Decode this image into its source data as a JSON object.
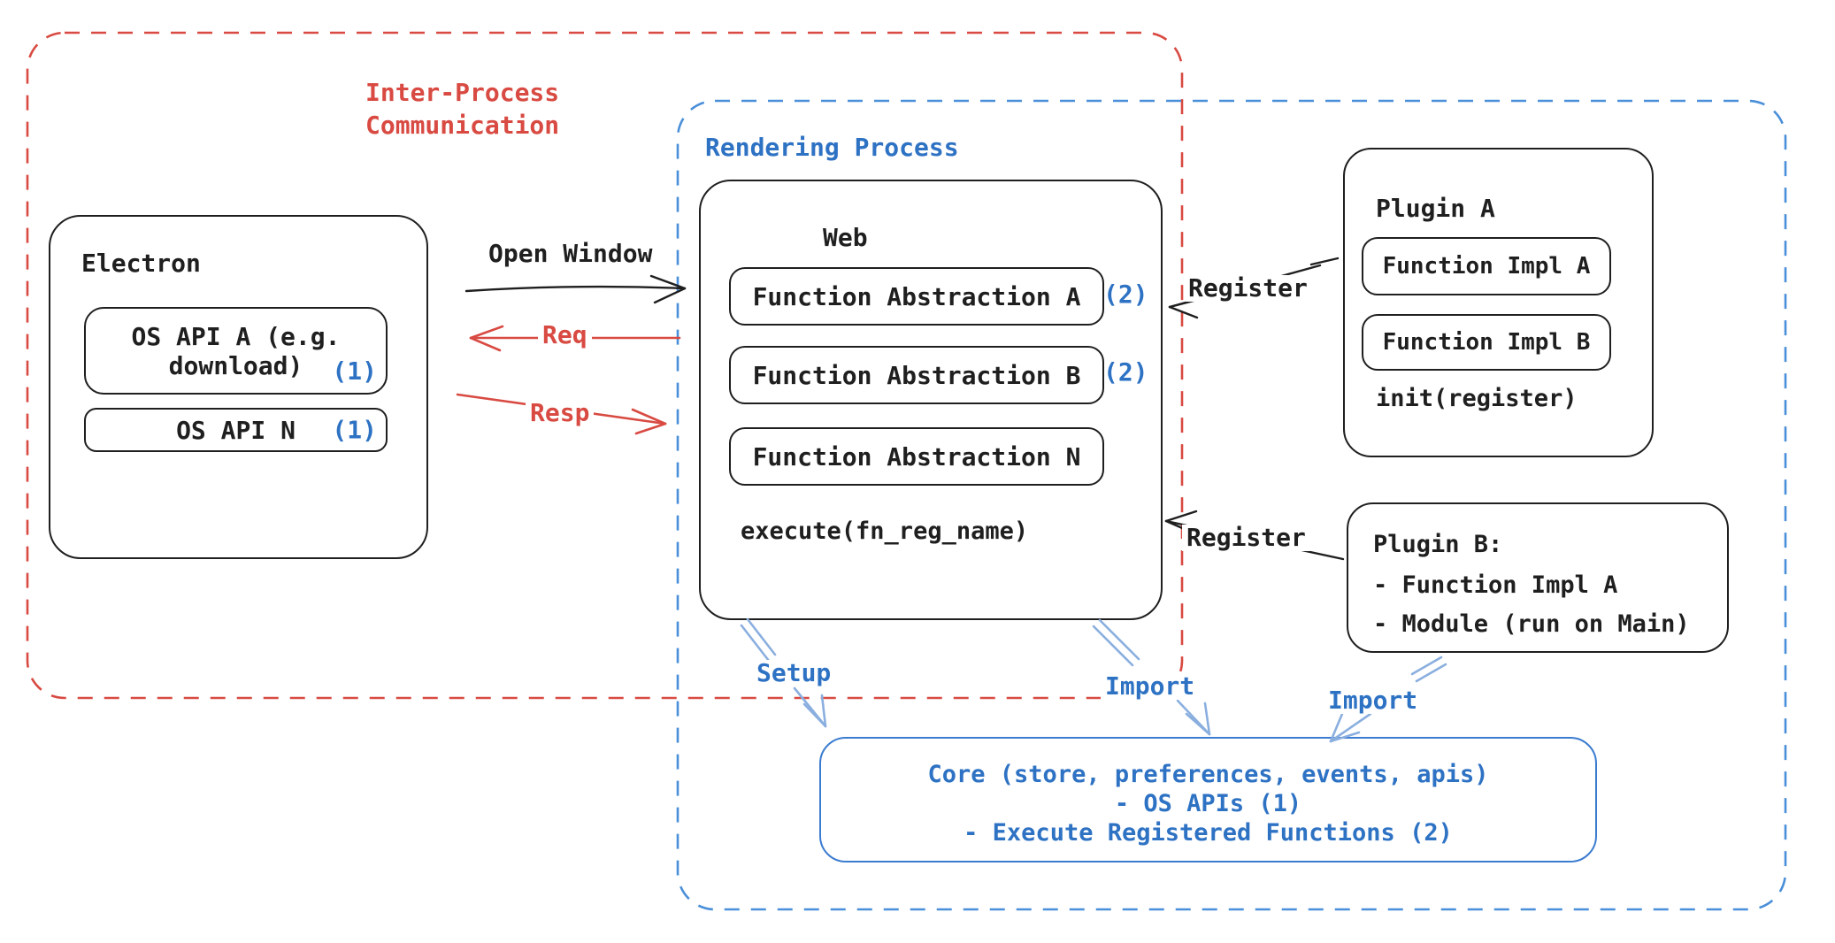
{
  "colors": {
    "ink": "#1f1f1f",
    "red": "#d84a42",
    "blue_text": "#2e72c4",
    "blue_dash": "#4a8fd9",
    "blue_arrow": "#8aafdf"
  },
  "boundaries": {
    "ipc": {
      "label": "Inter-Process\nCommunication"
    },
    "rendering": {
      "label": "Rendering Process"
    }
  },
  "electron": {
    "title": "Electron",
    "items": [
      {
        "label": "OS API A (e.g. download)",
        "note": "(1)"
      },
      {
        "label": "OS API N",
        "note": "(1)"
      }
    ]
  },
  "web": {
    "title": "Web",
    "items": [
      {
        "label": "Function Abstraction A",
        "note": "(2)"
      },
      {
        "label": "Function Abstraction B",
        "note": "(2)"
      },
      {
        "label": "Function Abstraction N",
        "note": ""
      }
    ],
    "footer": "execute(fn_reg_name)"
  },
  "plugin_a": {
    "title": "Plugin A",
    "items": [
      {
        "label": "Function Impl A"
      },
      {
        "label": "Function Impl B"
      }
    ],
    "footer": "init(register)"
  },
  "plugin_b": {
    "title": "Plugin B:",
    "lines": [
      "- Function Impl A",
      "- Module (run on Main)"
    ]
  },
  "core": {
    "lines": [
      "Core (store, preferences, events, apis)",
      "- OS APIs (1)",
      "- Execute Registered Functions (2)"
    ]
  },
  "arrow_labels": {
    "open_window": "Open Window",
    "req": "Req",
    "resp": "Resp",
    "register_a": "Register",
    "register_b": "Register",
    "setup": "Setup",
    "import_web": "Import",
    "import_plugin": "Import"
  }
}
